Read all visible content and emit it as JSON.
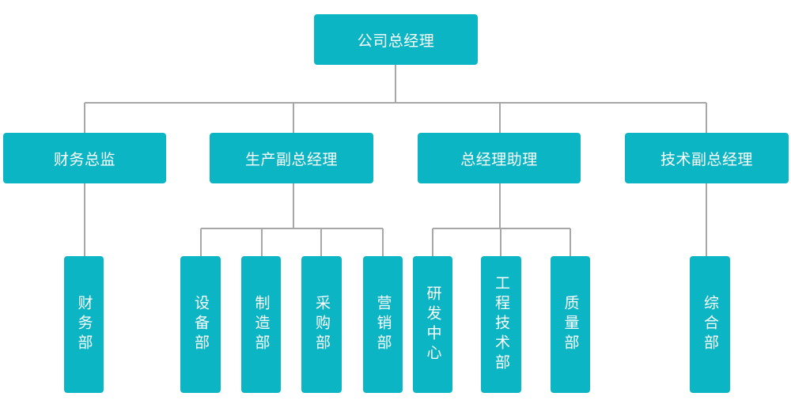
{
  "org_chart": {
    "root": {
      "label": "公司总经理"
    },
    "level2": [
      {
        "label": "财务总监"
      },
      {
        "label": "生产副总经理"
      },
      {
        "label": "总经理助理"
      },
      {
        "label": "技术副总经理"
      }
    ],
    "level3": [
      {
        "label": "财务部",
        "parent": "财务总监"
      },
      {
        "label": "设备部",
        "parent": "生产副总经理"
      },
      {
        "label": "制造部",
        "parent": "生产副总经理"
      },
      {
        "label": "采购部",
        "parent": "生产副总经理"
      },
      {
        "label": "营销部",
        "parent": "生产副总经理"
      },
      {
        "label": "研发中心",
        "parent": "总经理助理"
      },
      {
        "label": "工程技术部",
        "parent": "总经理助理"
      },
      {
        "label": "质量部",
        "parent": "总经理助理"
      },
      {
        "label": "综合部",
        "parent": "技术副总经理"
      }
    ]
  },
  "colors": {
    "box_fill": "#0bb5c4",
    "box_text": "#ffffff",
    "connector": "#a7a7a7",
    "background": "#ffffff"
  }
}
